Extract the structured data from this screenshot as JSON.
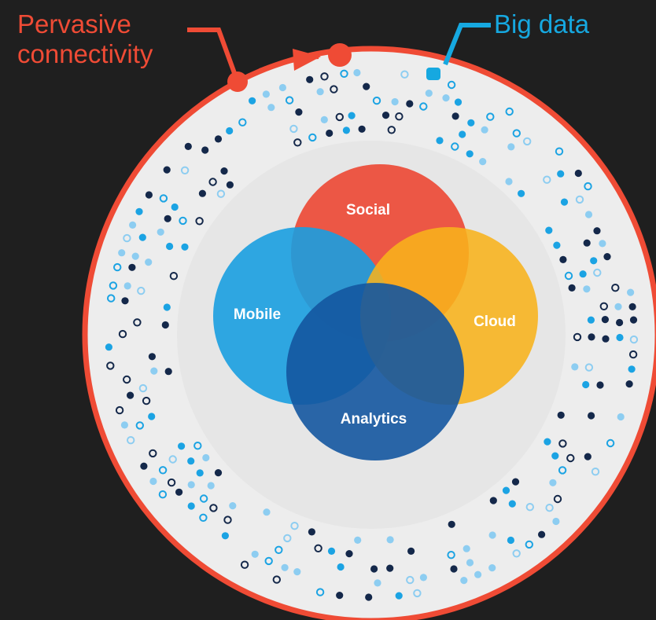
{
  "callouts": {
    "pervasive_connectivity": "Pervasive\nconnectivity",
    "big_data": "Big data"
  },
  "circles": [
    {
      "key": "social",
      "label": "Social",
      "color": "#ec4f3c"
    },
    {
      "key": "mobile",
      "label": "Mobile",
      "color": "#1a9fe0"
    },
    {
      "key": "cloud",
      "label": "Cloud",
      "color": "#f8b31b"
    },
    {
      "key": "analytics",
      "label": "Analytics",
      "color": "#1456a0"
    }
  ],
  "colors": {
    "background": "#1f1f1f",
    "ring": "#ef4b35",
    "disc": "#ededed",
    "big_data_accent": "#16a8e0",
    "dot_dark": "#14284a",
    "dot_blue": "#1ba3e3",
    "dot_light": "#8dcdf1"
  }
}
